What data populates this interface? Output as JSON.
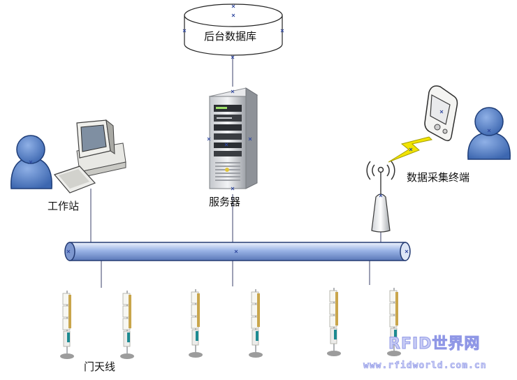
{
  "nodes": {
    "database": "后台数据库",
    "server": "服务器",
    "workstation": "工作站",
    "terminal": "数据采集终端",
    "gate_antenna": "门天线"
  },
  "watermark": {
    "logo": "RFID世界网",
    "url": "www.rfidworld.com.cn"
  },
  "colors": {
    "bus": "#9ab4e6",
    "person": "#5b84c6",
    "lightning": "#f1e400",
    "antenna_panel": "#c9a64c",
    "watermark": "#c9cdf5"
  },
  "icons": [
    "database-cylinder",
    "person-icon",
    "desktop-computer-icon",
    "server-tower-icon",
    "pda-icon",
    "lightning-icon",
    "antenna-tower-icon",
    "gate-antenna-icon"
  ]
}
